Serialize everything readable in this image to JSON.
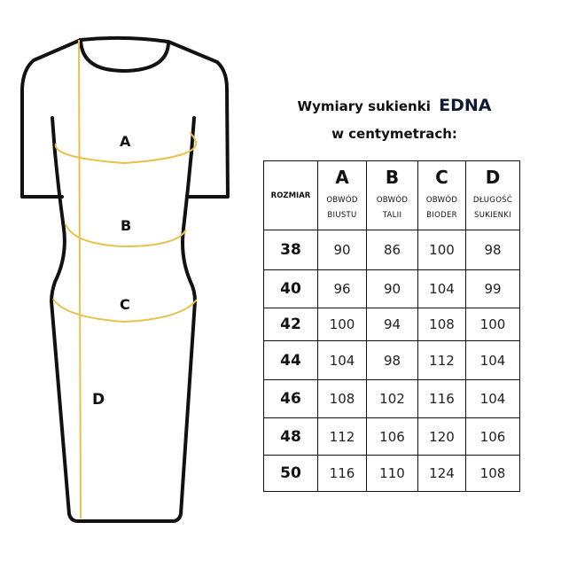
{
  "title": {
    "line1": "Wymiary sukienki",
    "brand": "EDNA",
    "line2": "w centymetrach:"
  },
  "diagram": {
    "labels": {
      "A": "A",
      "B": "B",
      "C": "C",
      "D": "D"
    },
    "colors": {
      "outline": "#111111",
      "measure": "#e8c24a"
    }
  },
  "table": {
    "size_header": "ROZMIAR",
    "columns": [
      {
        "letter": "A",
        "line1": "OBWÓD",
        "line2": "BIUSTU"
      },
      {
        "letter": "B",
        "line1": "OBWÓD",
        "line2": "TALII"
      },
      {
        "letter": "C",
        "line1": "OBWÓD",
        "line2": "BIODER"
      },
      {
        "letter": "D",
        "line1": "DŁUGOŚĆ",
        "line2": "SUKIENKI"
      }
    ],
    "rows": [
      {
        "size": "38",
        "values": [
          "90",
          "86",
          "100",
          "98"
        ]
      },
      {
        "size": "40",
        "values": [
          "96",
          "90",
          "104",
          "99"
        ]
      },
      {
        "size": "42",
        "values": [
          "100",
          "94",
          "108",
          "100"
        ]
      },
      {
        "size": "44",
        "values": [
          "104",
          "98",
          "112",
          "104"
        ]
      },
      {
        "size": "46",
        "values": [
          "108",
          "102",
          "116",
          "104"
        ]
      },
      {
        "size": "48",
        "values": [
          "112",
          "106",
          "120",
          "106"
        ]
      },
      {
        "size": "50",
        "values": [
          "116",
          "110",
          "124",
          "108"
        ]
      }
    ]
  }
}
